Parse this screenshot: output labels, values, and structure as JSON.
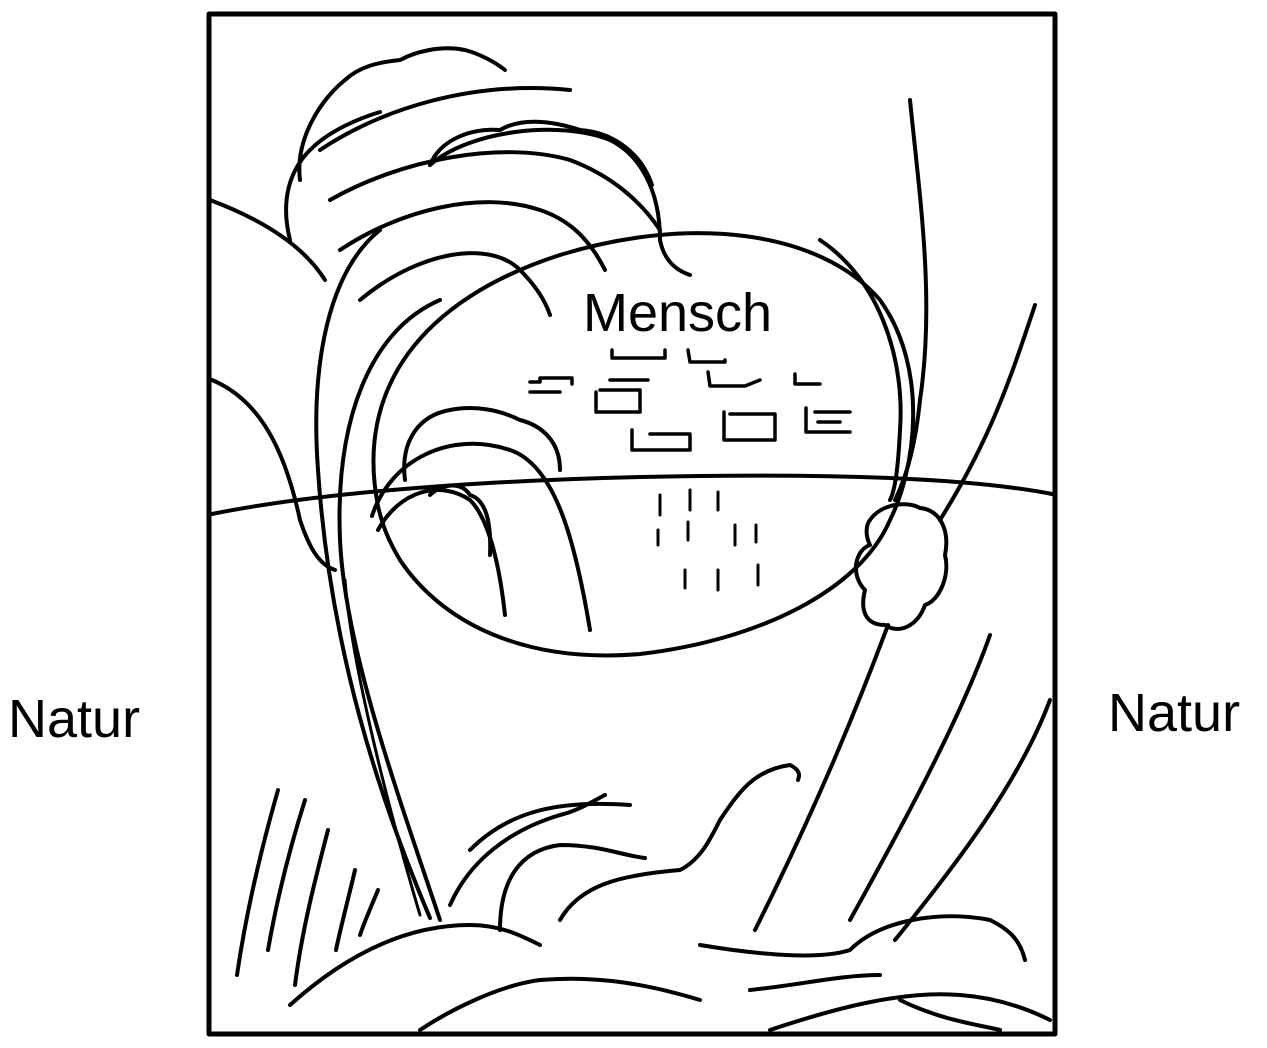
{
  "labels": {
    "left": "Natur",
    "right": "Natur",
    "center": "Mensch"
  },
  "colors": {
    "ink": "#000000",
    "paper": "#ffffff"
  }
}
